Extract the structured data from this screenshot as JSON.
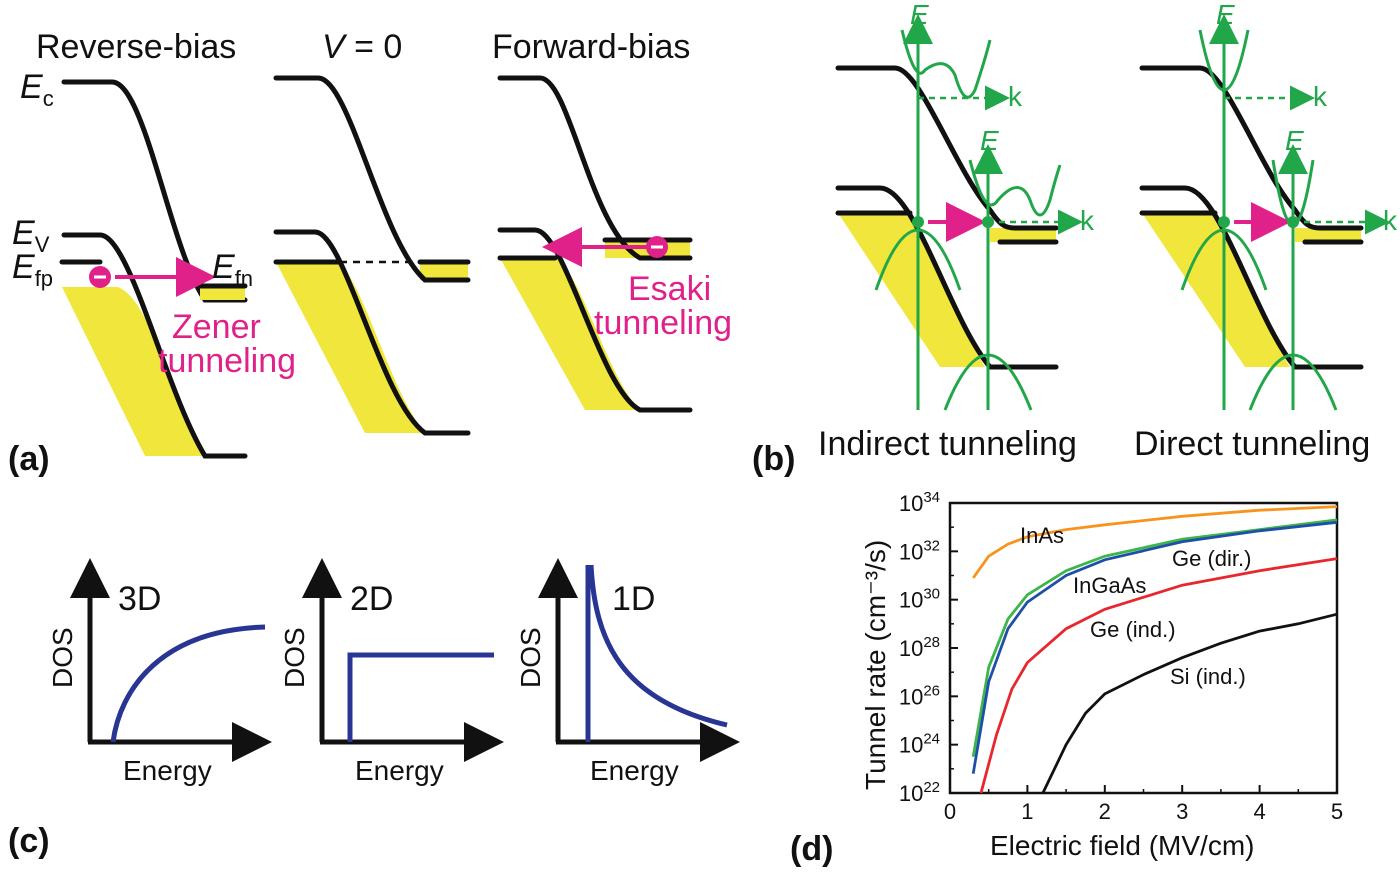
{
  "panel_a": {
    "label": "(a)",
    "titles": [
      "Reverse-bias",
      "V",
      " = 0",
      "Forward-bias"
    ],
    "ec": "E",
    "ec_sub": "c",
    "ev": "E",
    "ev_sub": "V",
    "efp": "E",
    "efp_sub": "fp",
    "efn": "E",
    "efn_sub": "fn",
    "zener": [
      "Zener",
      "tunneling"
    ],
    "esaki": [
      "Esaki",
      "tunneling"
    ]
  },
  "panel_b": {
    "label": "(b)",
    "e_axis": "E",
    "k_axis": "k",
    "caption_left": "Indirect tunneling",
    "caption_right": "Direct tunneling"
  },
  "panel_c": {
    "label": "(c)",
    "dims": [
      "3D",
      "2D",
      "1D"
    ],
    "ylabel": "DOS",
    "xlabel": "Energy"
  },
  "panel_d": {
    "label": "(d)",
    "chart_data": {
      "type": "line",
      "xlabel": "Electric field (MV/cm)",
      "ylabel": "Tunnel rate (cm⁻³/s)",
      "xlim": [
        0,
        5
      ],
      "ylim_log10": [
        22,
        34
      ],
      "yscale": "log",
      "x_ticks": [
        "0",
        "1",
        "2",
        "3",
        "4",
        "5"
      ],
      "y_tick_exponents": [
        "22",
        "24",
        "26",
        "28",
        "30",
        "32",
        "34"
      ],
      "y_tick_base": "10",
      "series": [
        {
          "name": "InAs",
          "color": "#f7941d",
          "x": [
            0.3,
            0.5,
            0.75,
            1,
            1.5,
            2,
            3,
            4,
            5
          ],
          "log10_y": [
            30.9,
            31.8,
            32.3,
            32.6,
            32.9,
            33.1,
            33.45,
            33.7,
            33.85
          ]
        },
        {
          "name": "InGaAs",
          "color": "#3cb54a",
          "x": [
            0.3,
            0.5,
            0.75,
            1,
            1.5,
            2,
            3,
            4,
            5
          ],
          "log10_y": [
            23.5,
            27.2,
            29.2,
            30.2,
            31.2,
            31.8,
            32.5,
            32.9,
            33.3
          ]
        },
        {
          "name": "Ge (dir.)",
          "color": "#1f4fa8",
          "x": [
            0.3,
            0.5,
            0.75,
            1,
            1.5,
            2,
            3,
            4,
            5
          ],
          "log10_y": [
            22.8,
            26.6,
            28.8,
            29.9,
            31.0,
            31.65,
            32.4,
            32.85,
            33.2
          ]
        },
        {
          "name": "Ge (ind.)",
          "color": "#e8262d",
          "x": [
            0.4,
            0.6,
            0.8,
            1,
            1.5,
            2,
            3,
            4,
            5
          ],
          "log10_y": [
            22.0,
            24.4,
            26.3,
            27.4,
            28.8,
            29.6,
            30.6,
            31.2,
            31.7
          ]
        },
        {
          "name": "Si (ind.)",
          "color": "#111111",
          "x": [
            1.2,
            1.5,
            1.75,
            2,
            2.5,
            3,
            3.5,
            4,
            4.5,
            5
          ],
          "log10_y": [
            22.0,
            24.0,
            25.3,
            26.1,
            26.9,
            27.6,
            28.2,
            28.7,
            29.0,
            29.4
          ]
        }
      ]
    }
  }
}
